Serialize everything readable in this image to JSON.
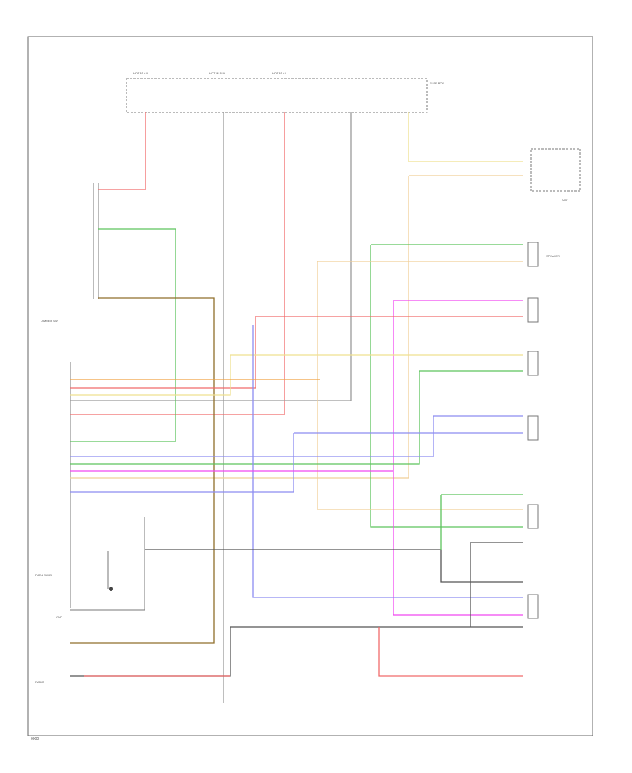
{
  "colors": {
    "red": "#f06a6a",
    "pink": "#f7a3a3",
    "green": "#5cc45c",
    "yellow": "#efe08f",
    "tan": "#f0cf98",
    "magenta": "#f048f0",
    "blue": "#8c8cf0",
    "brown": "#8f6e2a",
    "gray": "#9a9a9a",
    "dark": "#555555",
    "orange": "#f0a040"
  },
  "labels": {
    "fuse_top": [
      "HOT AT ALL",
      "HOT IN RUN",
      "HOT AT ALL"
    ],
    "fuse_box": "FUSE BOX",
    "lamp_switch": "DIMMER SW",
    "dash_panel": "DASH PANEL",
    "radio": "RADIO",
    "speaker": "SPEAKER",
    "ground": "GND",
    "amp": "AMP",
    "page_id": "0000"
  }
}
